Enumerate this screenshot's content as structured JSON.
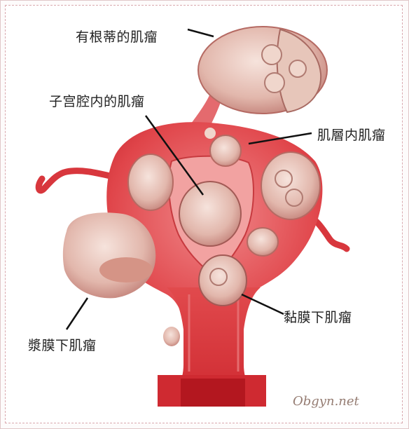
{
  "labels": {
    "pedunculated": "有根蒂的肌瘤",
    "submucosal_cavity": "子宫腔内的肌瘤",
    "intramural": "肌層内肌瘤",
    "submucosal": "黏膜下肌瘤",
    "subserosal": "漿膜下肌瘤"
  },
  "watermark": "Obgyn.net",
  "colors": {
    "uterus": "#e0454a",
    "uterus_light": "#f29a9a",
    "fibroid": "#ecc9bf",
    "border": "#d9a8ae"
  }
}
